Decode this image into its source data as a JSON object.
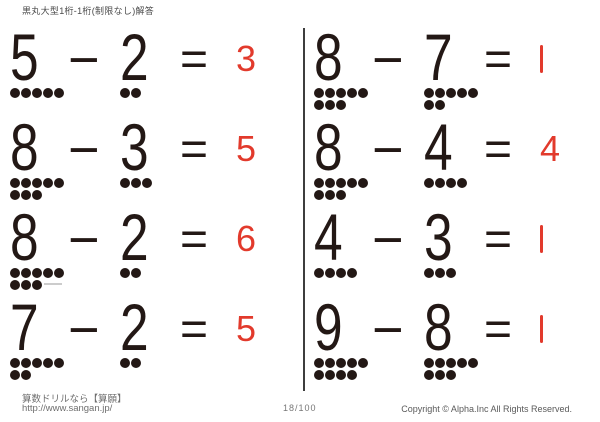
{
  "page": {
    "header_title": "黒丸大型1桁-1桁(制限なし)解答"
  },
  "symbols": {
    "minus": "−",
    "equals": "="
  },
  "colors": {
    "ink": "#231815",
    "answer_red": "#e23a2c"
  },
  "columns": [
    {
      "problems": [
        {
          "minuend": 5,
          "subtrahend": 2,
          "answer": "3"
        },
        {
          "minuend": 8,
          "subtrahend": 3,
          "answer": "5"
        },
        {
          "minuend": 8,
          "subtrahend": 2,
          "answer": "6"
        },
        {
          "minuend": 7,
          "subtrahend": 2,
          "answer": "5"
        }
      ]
    },
    {
      "problems": [
        {
          "minuend": 8,
          "subtrahend": 7,
          "answer": "1"
        },
        {
          "minuend": 8,
          "subtrahend": 4,
          "answer": "4"
        },
        {
          "minuend": 4,
          "subtrahend": 3,
          "answer": "1"
        },
        {
          "minuend": 9,
          "subtrahend": 8,
          "answer": "1"
        }
      ]
    }
  ],
  "footer": {
    "site_line": "算数ドリルなら【算願】",
    "url": "http://www.sangan.jp/",
    "page_indicator": "18/100",
    "copyright": "Copyright © Alpha.Inc All Rights Reserved."
  }
}
